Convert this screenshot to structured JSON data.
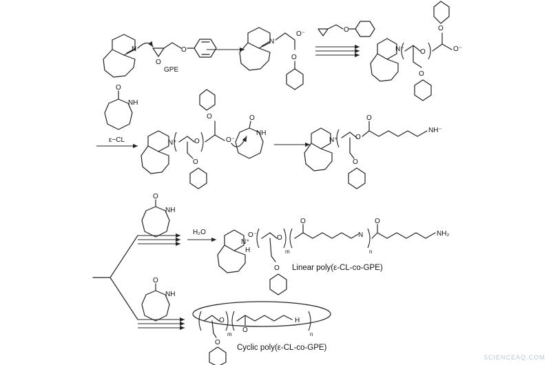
{
  "labels": {
    "gpe": "GPE",
    "cl_reagent": "ε−CL",
    "water": "H₂O",
    "linear_caption": "Linear poly(ε-CL-co-GPE)",
    "cyclic_caption": "Cyclic poly(ε-CL-co-GPE)",
    "n_atom": "N",
    "o_atom": "O",
    "nh_atom": "NH",
    "o_minus": "O⁻",
    "nh_minus": "NH⁻",
    "nh2": "NH₂",
    "n_plus": "N⁺",
    "h_atom": "H",
    "plus": "+",
    "sub_m": "m",
    "sub_n": "n"
  },
  "watermark": "SCIENCEAQ.COM"
}
